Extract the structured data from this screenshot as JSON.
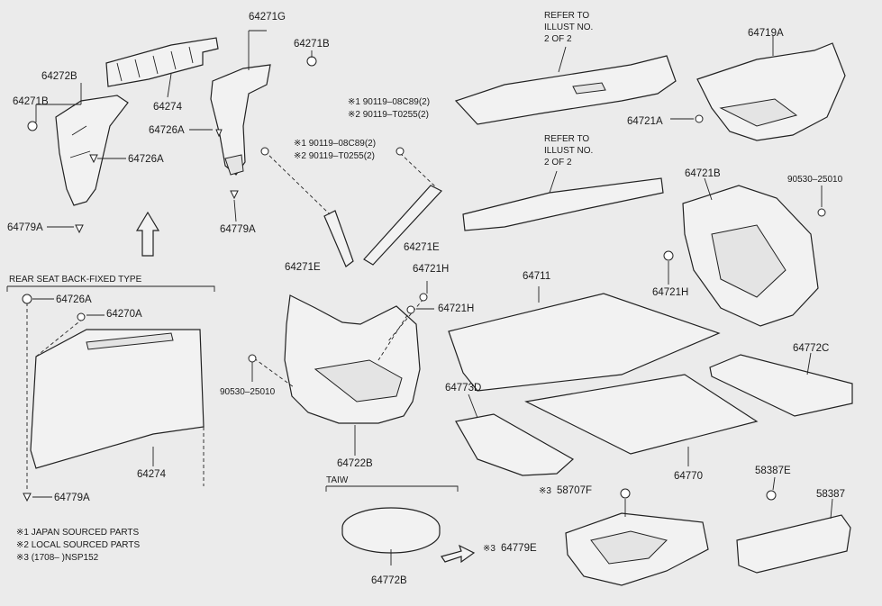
{
  "diagram": {
    "parts": {
      "p64271G": "64271G",
      "p64271B_top": "64271B",
      "p64272B": "64272B",
      "p64271B_left": "64271B",
      "p64274_top": "64274",
      "p64726A_mid": "64726A",
      "p64726A_left": "64726A",
      "p64779A_left": "64779A",
      "p64779A_mid": "64779A",
      "p64271E_left": "64271E",
      "p64271E_right": "64271E",
      "p64721H_a": "64721H",
      "p64721H_b": "64721H",
      "p64711": "64711",
      "p64719A": "64719A",
      "p64721A": "64721A",
      "p64721B": "64721B",
      "p90530_right": "90530–25010",
      "p64721H_right": "64721H",
      "p64772C": "64772C",
      "p64773D": "64773D",
      "p64770": "64770",
      "p64722B": "64722B",
      "p90530_mid": "90530–25010",
      "p64726A_box": "64726A",
      "p64270A_box": "64270A",
      "p64274_box": "64274",
      "p64779A_box": "64779A",
      "p64772B": "64772B",
      "p58707F": "58707F",
      "p64779E": "64779E",
      "p58387E": "58387E",
      "p58387": "58387"
    },
    "refs": {
      "ref_top_1": "REFER TO",
      "ref_top_2": "ILLUST NO.",
      "ref_top_3": "2 OF 2",
      "ref_mid_1": "REFER TO",
      "ref_mid_2": "ILLUST NO.",
      "ref_mid_3": "2 OF 2"
    },
    "fasteners": {
      "f1_top": "※1 90119–08C89(2)",
      "f2_top": "※2 90119–T0255(2)",
      "f1_mid": "※1 90119–08C89(2)",
      "f2_mid": "※2 90119–T0255(2)"
    },
    "marks": {
      "m3_58707F": "※3",
      "m3_64779E": "※3"
    },
    "box_title": "REAR SEAT BACK-FIXED TYPE",
    "taiw_label": "TAIW",
    "notes": {
      "n1": "※1 JAPAN SOURCED PARTS",
      "n2": "※2 LOCAL SOURCED PARTS",
      "n3": "※3 (1708–      )NSP152"
    }
  }
}
